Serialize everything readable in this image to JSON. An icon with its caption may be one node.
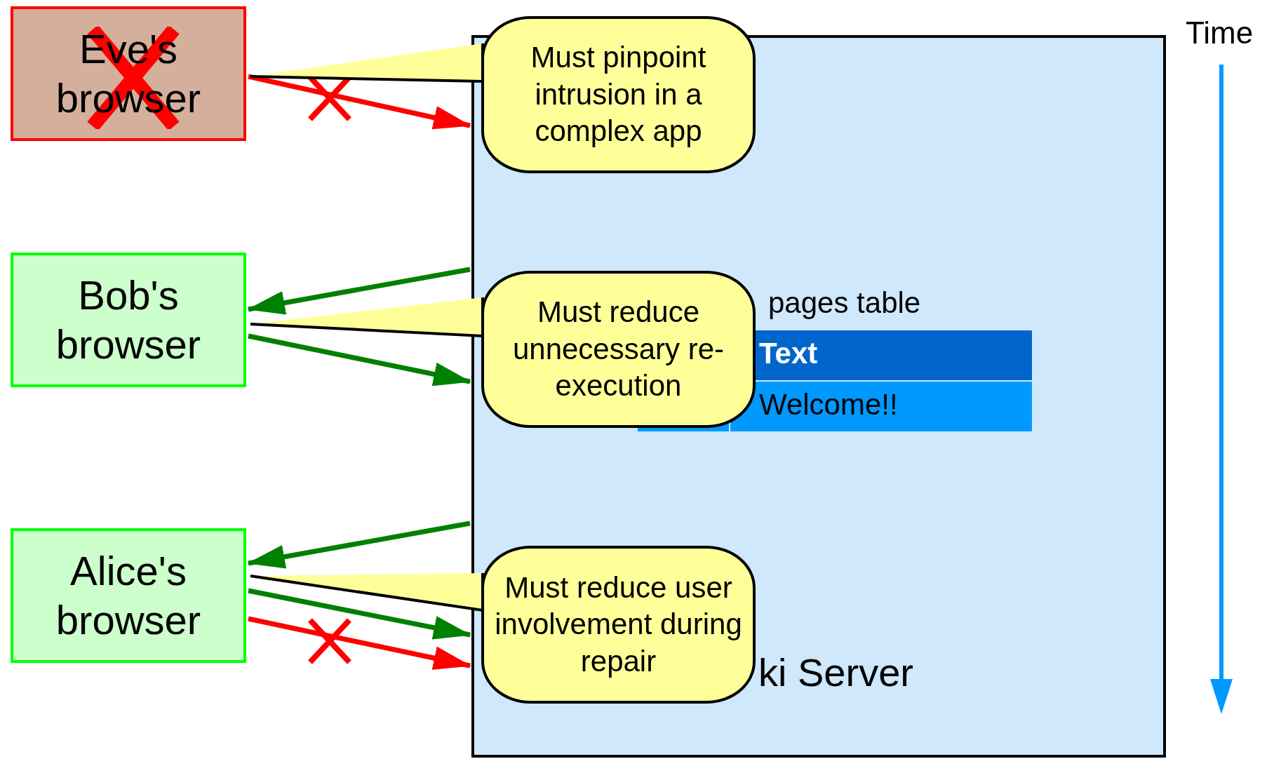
{
  "diagram": {
    "nodes": [
      {
        "text": [
          "Eve's browser"
        ]
      },
      {
        "text": [
          "Bob's browser"
        ]
      },
      {
        "text": [
          "Alice's browser"
        ]
      },
      {
        "text": [
          "ki Server"
        ]
      },
      {
        "text": [
          "Must pinpoint intrusion in a complex app"
        ]
      },
      {
        "text": [
          "Must reduce unnecessary re-execution"
        ],
        "in": 3
      },
      {
        "text": [
          "Must reduce user involvement during repair"
        ],
        "in": 3
      }
    ],
    "edges": [
      {
        "from": 0,
        "to": 3,
        "arrow": "to",
        "color": "#ff0000"
      },
      {
        "from": 3,
        "to": 1,
        "arrow": "to"
      },
      {
        "from": 1,
        "to": 3,
        "arrow": "to"
      },
      {
        "from": 3,
        "to": 2,
        "arrow": "to"
      },
      {
        "from": 2,
        "to": 3,
        "arrow": "to"
      },
      {
        "from": 2,
        "to": 3,
        "arrow": "to",
        "color": "#ff0000"
      },
      {
        "from": 4,
        "to": 0,
        "arrow": "none",
        "color": "#000000"
      },
      {
        "from": 5,
        "to": 1,
        "arrow": "none",
        "color": "#000000"
      },
      {
        "from": 6,
        "to": 2,
        "arrow": "none",
        "color": "#000000"
      }
    ],
    "labels": [
      "Time",
      "pages table",
      "Text",
      "Welcome!!"
    ]
  }
}
